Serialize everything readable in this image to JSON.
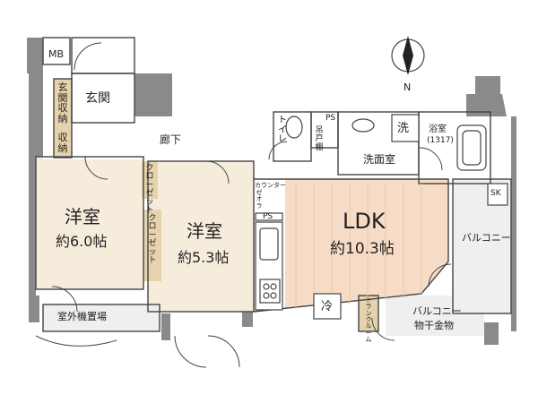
{
  "colors": {
    "wall": "#8a8a8a",
    "floor_wood": "#f6ecdc",
    "floor_ldk": "#f6dcc6",
    "floor_tile": "#ffffff",
    "floor_storage": "#e6d3ad",
    "floor_gray": "#efefef",
    "line": "#444444"
  },
  "rooms": {
    "mb": "MB",
    "genkan": "玄関",
    "genkan_storage": "玄関収納",
    "storage_small": "収納",
    "corridor": "廊下",
    "toilet": "トイレ",
    "hanger": "吊戸棚",
    "ps_top": "PS",
    "wash_symbol": "洗",
    "washroom": "洗面室",
    "bath": "浴室",
    "bath_size": "(1317)",
    "closet_1": "クローゼット",
    "closet_2": "クローゼット",
    "western_1": "洋室",
    "western_1_size": "約6.0帖",
    "western_2": "洋室",
    "western_2_size": "約5.3帖",
    "counter": "カウンター",
    "ps_kitchen": "PS",
    "zerohin": "ゼオラ",
    "ldk": "LDK",
    "ldk_size": "約10.3帖",
    "fridge": "冷",
    "trunk_room": "トランクルーム",
    "balcony_right": "バルコニー",
    "balcony_bottom": "バルコニー",
    "drying": "物干金物",
    "outdoor_unit": "室外機置場",
    "sk": "SK"
  },
  "compass": {
    "label": "N"
  }
}
